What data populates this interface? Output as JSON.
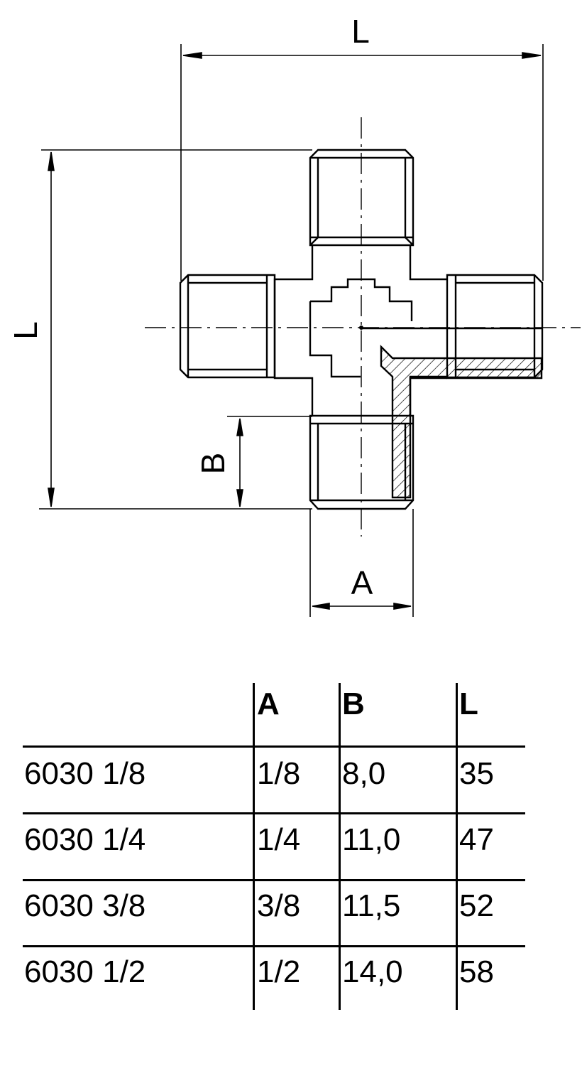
{
  "drawing": {
    "dim_top_label": "L",
    "dim_left_label": "L",
    "dim_b_label": "B",
    "dim_a_label": "A"
  },
  "table": {
    "headers": [
      "A",
      "B",
      "L"
    ],
    "rows": [
      {
        "code": "6030 1/8",
        "a": "1/8",
        "b": "8,0",
        "l": "35"
      },
      {
        "code": "6030 1/4",
        "a": "1/4",
        "b": "11,0",
        "l": "47"
      },
      {
        "code": "6030 3/8",
        "a": "3/8",
        "b": "11,5",
        "l": "52"
      },
      {
        "code": "6030 1/2",
        "a": "1/2",
        "b": "14,0",
        "l": "58"
      }
    ]
  }
}
